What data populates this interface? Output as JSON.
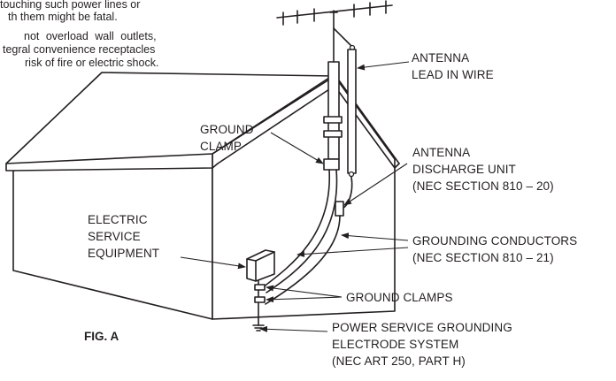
{
  "text_fragments": {
    "line1": "touching such power lines or",
    "line2": "th them might be fatal.",
    "line3": "not overload wall outlets,",
    "line4": "tegral convenience receptacles",
    "line5": "risk of fire or electric shock."
  },
  "labels": {
    "antenna_lead_in_wire": [
      "ANTENNA",
      "LEAD IN WIRE"
    ],
    "ground_clamp": [
      "GROUND",
      "CLAMP"
    ],
    "antenna_discharge_unit": [
      "ANTENNA",
      "DISCHARGE UNIT",
      "(NEC SECTION 810 – 20)"
    ],
    "electric_service_equipment": [
      "ELECTRIC",
      "SERVICE",
      "EQUIPMENT"
    ],
    "grounding_conductors": [
      "GROUNDING CONDUCTORS",
      "(NEC SECTION 810 – 21)"
    ],
    "ground_clamps": "GROUND CLAMPS",
    "power_service_grounding": [
      "POWER SERVICE GROUNDING",
      "ELECTRODE SYSTEM",
      "(NEC ART 250, PART H)"
    ]
  },
  "figure_label": "FIG. A"
}
